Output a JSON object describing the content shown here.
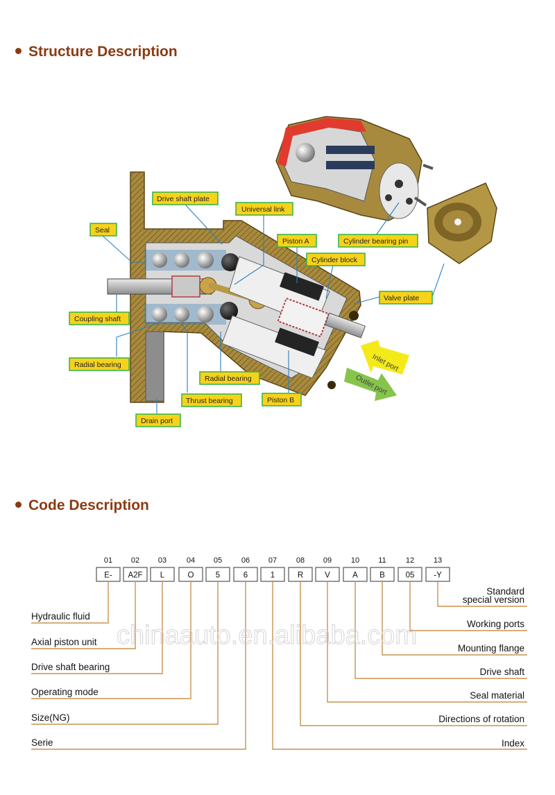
{
  "structure": {
    "title": "Structure Description",
    "labels": {
      "drive_shaft_plate": "Drive shaft plate",
      "universal_link": "Universal link",
      "seal": "Seal",
      "piston_a": "Piston A",
      "cylinder_block": "Cylinder block",
      "cylinder_bearing_pin": "Cylinder bearing pin",
      "valve_plate": "Valve plate",
      "coupling_shaft": "Coupling shaft",
      "radial_bearing_left": "Radial bearing",
      "radial_bearing_right": "Radial bearing",
      "thrust_bearing": "Thrust bearing",
      "piston_b": "Piston B",
      "drain_port": "Drain port",
      "inlet_port": "Inlet port",
      "outlet_port": "Outlet port"
    }
  },
  "code": {
    "title": "Code Description",
    "positions": [
      {
        "num": "01",
        "code": "E-"
      },
      {
        "num": "02",
        "code": "A2F"
      },
      {
        "num": "03",
        "code": "L"
      },
      {
        "num": "04",
        "code": "O"
      },
      {
        "num": "05",
        "code": "5"
      },
      {
        "num": "06",
        "code": "6"
      },
      {
        "num": "07",
        "code": "1"
      },
      {
        "num": "08",
        "code": "R"
      },
      {
        "num": "09",
        "code": "V"
      },
      {
        "num": "10",
        "code": "A"
      },
      {
        "num": "11",
        "code": "B"
      },
      {
        "num": "12",
        "code": "05"
      },
      {
        "num": "13",
        "code": "-Y"
      }
    ],
    "left_descriptions": [
      "Hydraulic fluid",
      "Axial piston unit",
      "Drive shaft bearing",
      "Operating mode",
      "Size(NG)",
      "Serie"
    ],
    "right_descriptions": {
      "standard_line1": "Standard",
      "standard_line2": "special version",
      "items": [
        "Working ports",
        "Mounting flange",
        "Drive shaft",
        "Seal material",
        "Directions of rotation",
        "Index"
      ]
    }
  },
  "watermark": "chinaauto.en.alibaba.com"
}
